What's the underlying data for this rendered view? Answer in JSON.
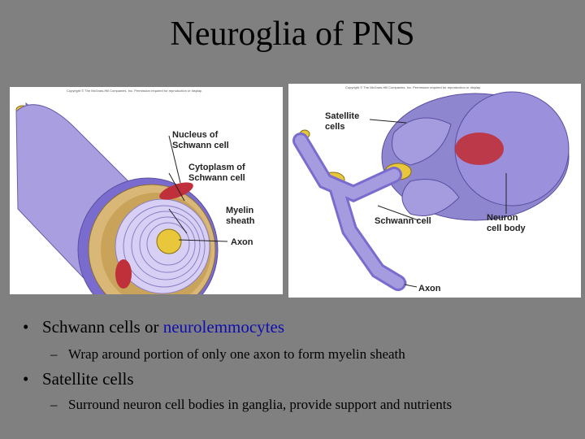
{
  "slide": {
    "title": "Neuroglia of PNS"
  },
  "figure_left": {
    "copyright": "Copyright © The McGraw-Hill Companies, Inc. Permission required for reproduction or display.",
    "labels": {
      "nucleus_1": "Nucleus of",
      "nucleus_2": "Schwann cell",
      "cytoplasm_1": "Cytoplasm of",
      "cytoplasm_2": "Schwann cell",
      "myelin_1": "Myelin",
      "myelin_2": "sheath",
      "axon": "Axon"
    }
  },
  "figure_right": {
    "copyright": "Copyright © The McGraw-Hill Companies, Inc. Permission required for reproduction or display.",
    "labels": {
      "satellite_1": "Satellite",
      "satellite_2": "cells",
      "schwann": "Schwann cell",
      "neuron_1": "Neuron",
      "neuron_2": "cell body",
      "axon": "Axon"
    }
  },
  "bullets": [
    {
      "text": "Schwann cells or ",
      "highlight": "neurolemmocytes",
      "sub": "Wrap around portion of only one axon to form myelin sheath"
    },
    {
      "text": "Satellite cells",
      "sub": "Surround neuron cell bodies in ganglia, provide support and nutrients"
    }
  ],
  "colors": {
    "background": "#808080",
    "highlight": "#0e0eb0",
    "cell_purple": "#9a8fd4",
    "myelin_brown": "#c9a35a",
    "axon_yellow": "#e8c83a",
    "nucleus_red": "#c0303a"
  }
}
